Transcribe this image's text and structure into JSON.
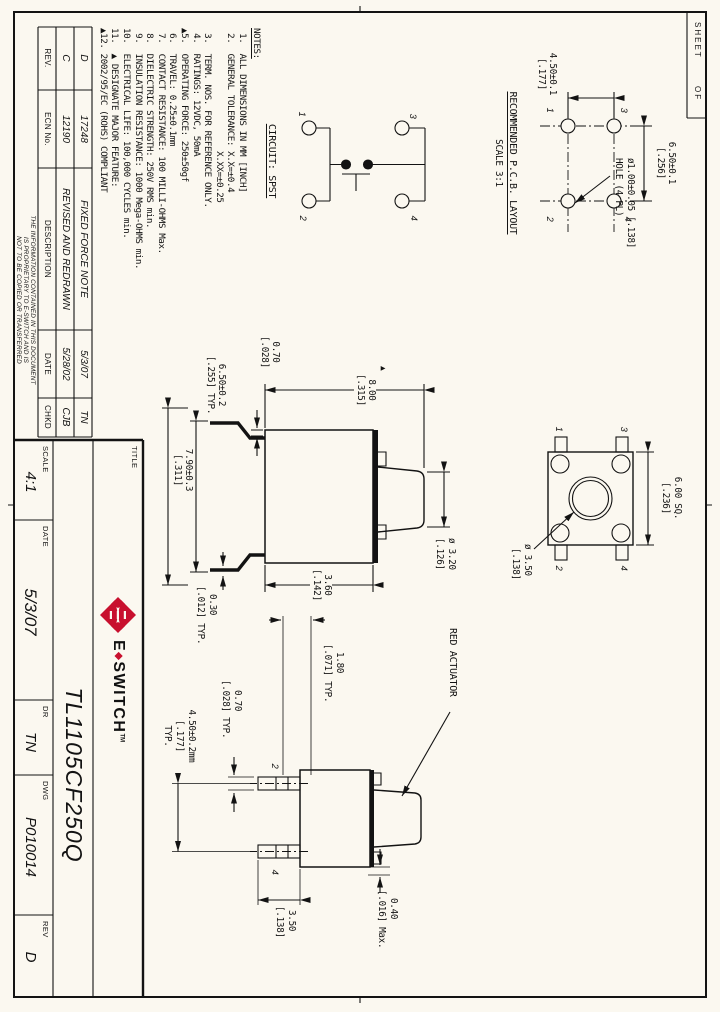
{
  "sheet_corner": {
    "sheet": "SHEET",
    "of": "OF"
  },
  "pcb_view": {
    "title": "RECOMMENDED P.C.B. LAYOUT",
    "scale_note": "SCALE 3:1",
    "dim_h": [
      "6.50±0.1",
      "[.256]"
    ],
    "dim_v": [
      "4.50±0.1",
      "[.177]"
    ],
    "hole_note": [
      "ø1.00±0.05 [.138]",
      "HOLE (4 PL)"
    ],
    "pin1": "1",
    "pin2": "2",
    "pin3": "3",
    "pin4": "4"
  },
  "circuit_view": {
    "title": "CIRCUIT: SPST",
    "pin1": "1",
    "pin2": "2",
    "pin3": "3",
    "pin4": "4"
  },
  "notes": {
    "heading": "NOTES:",
    "lines": [
      " 1.  ALL DIMENSIONS IN MM [INCH]",
      " 2.  GENERAL TOLERANCE: X.X=±0.4",
      "                        X.XX=±0.25",
      " 3.  TERM. NOS. FOR REFERENCE ONLY.",
      " 4.  RATINGS: 12VDC, 50mA",
      "▲5.  OPERATING FORCE: 250±50gf",
      " 6.  TRAVEL: 0.25±0.1mm",
      " 7.  CONTACT RESISTANCE: 100 MILLI-OHMS Max.",
      " 8.  DIELECTRIC STRENGTH: 250V RMS min.",
      " 9.  INSULATION RESISTANCE: 1000 Mega-OHMS min.",
      "10.  ELECTRICAL LIFE: 100,000 CYCLES min.",
      "11.  ▲ DESIGNATE MAJOR FEATURE:",
      "▲12. 2002/95/EC (ROHS) COMPLIANT"
    ]
  },
  "front_view": {
    "datum": "▲",
    "d800": [
      "8.00",
      "[.315]"
    ],
    "d070": [
      "0.70",
      "[.028]"
    ],
    "d320": [
      "ø 3.20",
      "[.126]"
    ],
    "d360": [
      "3.60",
      "[.142]"
    ],
    "d650": [
      "6.50±0.2",
      "[.255] TYP."
    ],
    "d790": [
      "7.90±0.3",
      "[.311]"
    ],
    "d030": [
      "0.30",
      "[.012] TYP."
    ]
  },
  "top_view": {
    "d600": [
      "6.00 SQ.",
      "[.236]"
    ],
    "d350": [
      "ø 3.50",
      "[.138]"
    ],
    "pin1": "1",
    "pin2": "2",
    "pin3": "3",
    "pin4": "4"
  },
  "side_view": {
    "callout": "RED ACTUATOR",
    "d180": [
      "1.80",
      "[.071] TYP."
    ],
    "d070": [
      "0.70",
      "[.028] TYP."
    ],
    "d450": [
      "4.50±0.2mm",
      "[.177]",
      "TYP."
    ],
    "d350": [
      "3.50",
      "[.138]"
    ],
    "d040": [
      "0.40",
      "[.016] Max."
    ],
    "pin2": "2",
    "pin4": "4"
  },
  "revision_table": {
    "headers": [
      "REV.",
      "ECN No.",
      "DESCRIPTION",
      "DATE",
      "CHKD"
    ],
    "rows": [
      [
        "D",
        "17248",
        "FIXED FORCE NOTE",
        "5/3/07",
        "TN"
      ],
      [
        "C",
        "12190",
        "REVISED AND REDRAWN",
        "5/28/02",
        "CJB"
      ]
    ]
  },
  "proprietary": [
    "THE INFORMATION CONTAINED IN THIS DOCUMENT",
    "IS PROPRIETARY TO E-SWITCH AND IS",
    "NOT TO BE COPIED OR TRANSFERRED"
  ],
  "title_block": {
    "title_label": "TITLE",
    "scale_label": "SCALE",
    "scale": "4:1",
    "date_label": "DATE",
    "date": "5/3/07",
    "dr_label": "DR",
    "drawn_by": "TN",
    "dwg_label": "DWG",
    "dwg_no": "P010014",
    "rev_label": "REV",
    "rev": "D",
    "part_number": "TL1105CF250Q"
  },
  "logo": {
    "e": "E",
    "bullet": "◆",
    "switch": "SWITCH",
    "tm": "TM",
    "red": "#c8102e"
  }
}
